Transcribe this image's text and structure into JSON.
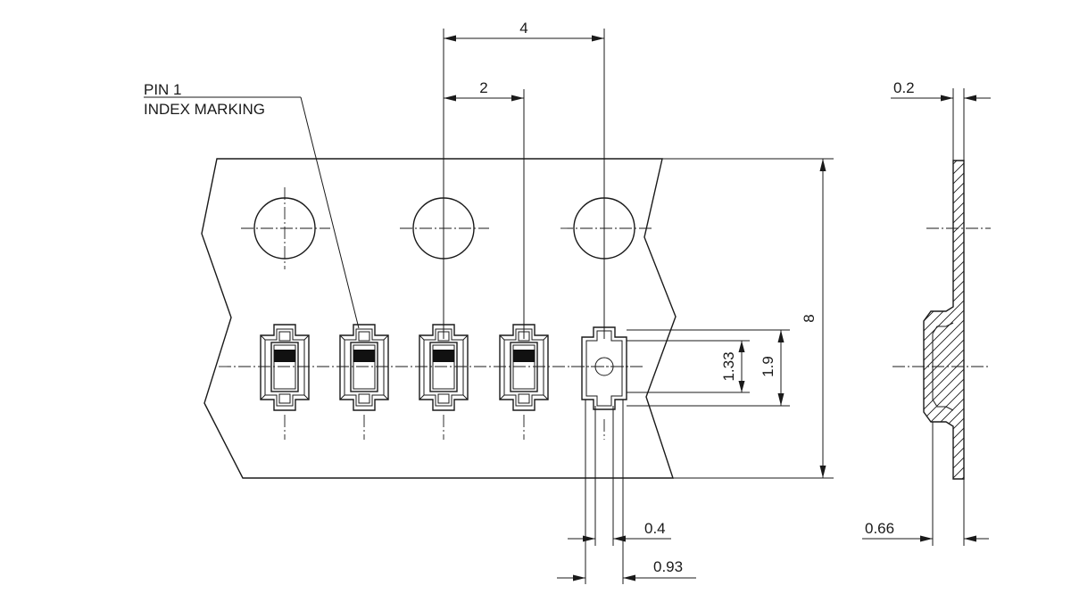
{
  "labels": {
    "pin1_line1": "PIN 1",
    "pin1_line2": "INDEX MARKING"
  },
  "dimensions": {
    "pitch_holes": "4",
    "pitch_parts": "2",
    "tape_width": "8",
    "pocket_inner": "1.33",
    "pocket_outer": "1.9",
    "hole_offset": "0.4",
    "pocket_width": "0.93",
    "tape_thickness": "0.2",
    "pocket_depth": "0.66"
  },
  "colors": {
    "line": "#1a1a1a",
    "component_body": "#d8d8d8",
    "index_mark": "#111111"
  }
}
